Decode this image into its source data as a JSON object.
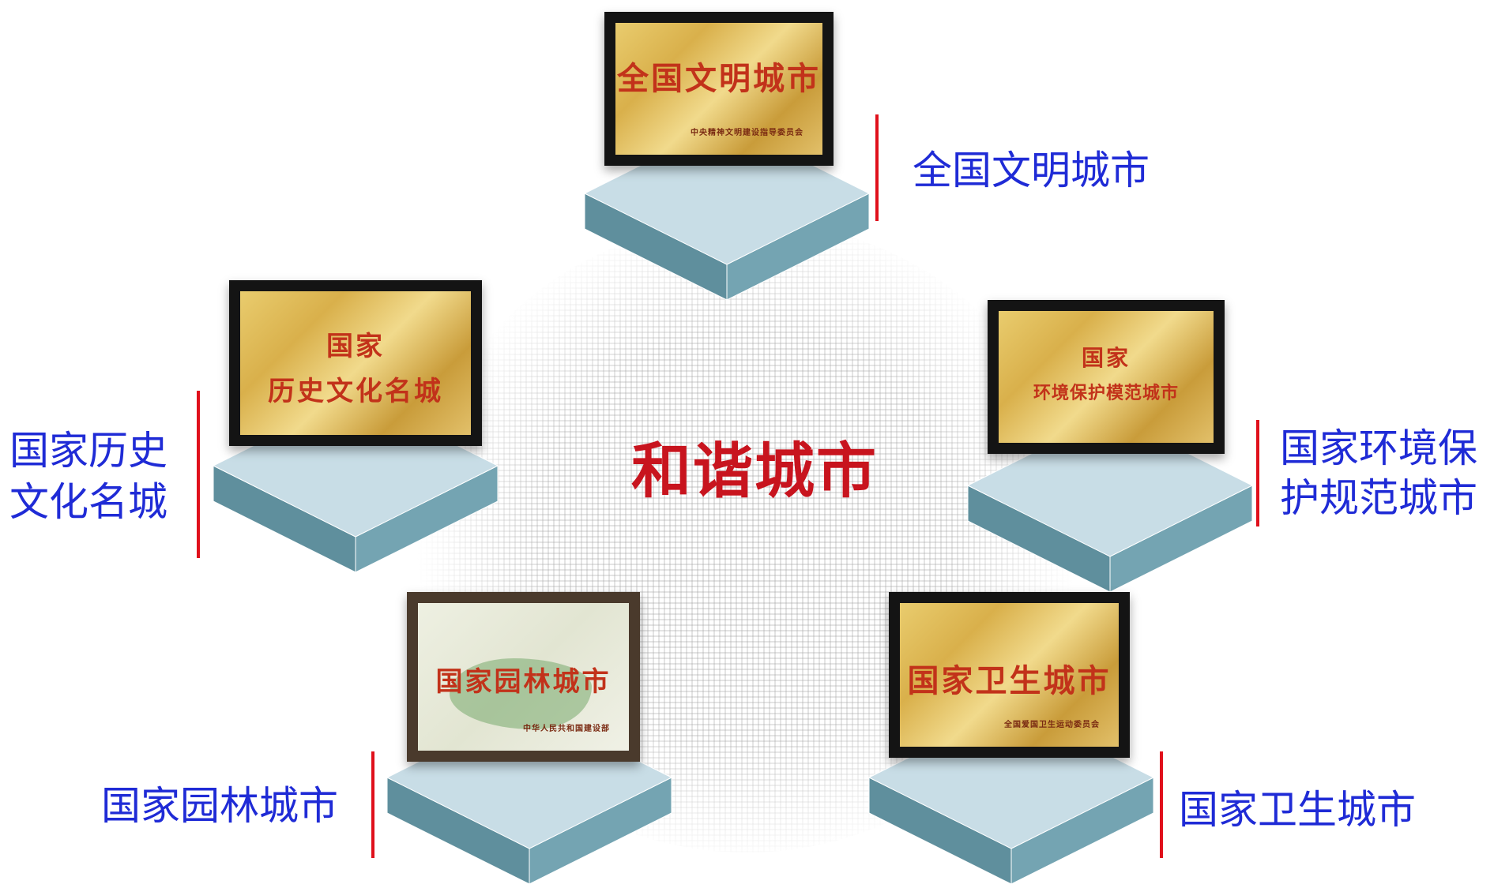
{
  "colors": {
    "label_blue": "#1f2bd6",
    "title_red": "#c8141e",
    "accent_red": "#e0101b",
    "plaque_text_red": "#c2321a",
    "pedestal_top": "#c8dde6",
    "pedestal_left": "#5f8f9d",
    "pedestal_right": "#74a4b2"
  },
  "center": {
    "title": "和谐城市"
  },
  "awards": {
    "civilized": {
      "label": "全国文明城市",
      "plaque_line1": "全国文明城市",
      "plaque_issuer": "中央精神文明建设指导委员会"
    },
    "historic": {
      "label_line1": "国家历史",
      "label_line2": "文化名城",
      "plaque_line1": "国家",
      "plaque_line2": "历史文化名城"
    },
    "environment": {
      "label_line1": "国家环境保",
      "label_line2": "护规范城市",
      "plaque_line1": "国家",
      "plaque_line2": "环境保护模范城市"
    },
    "garden": {
      "label": "国家园林城市",
      "plaque_line1": "国家园林城市",
      "plaque_issuer": "中华人民共和国建设部"
    },
    "health": {
      "label": "国家卫生城市",
      "plaque_line1": "国家卫生城市",
      "plaque_issuer": "全国爱国卫生运动委员会"
    }
  }
}
